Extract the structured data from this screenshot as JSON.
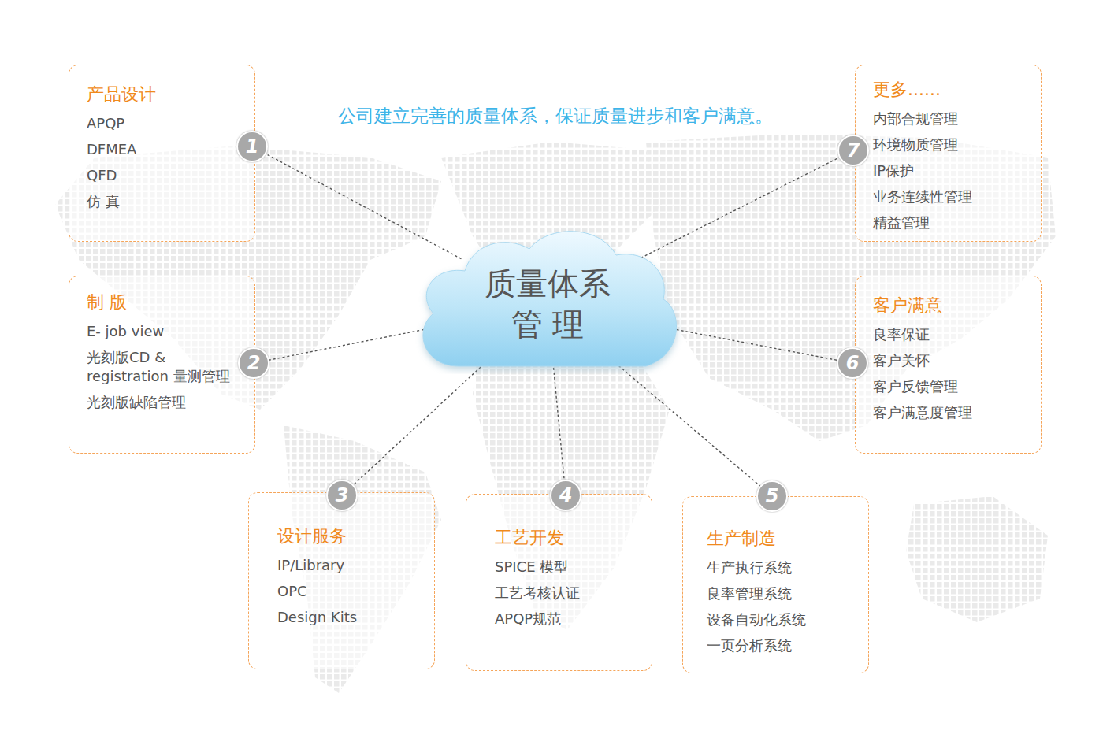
{
  "diagram": {
    "title": "公司建立完善的质量体系，保证质量进步和客户满意。",
    "nodes": [
      {
        "text": [
          "产品设计",
          "APQP",
          "DFMEA",
          "QFD",
          "仿 真"
        ]
      },
      {
        "text": [
          "更多......",
          "内部合规管理",
          "环境物质管理",
          "IP保护",
          "业务连续性管理",
          "精益管理"
        ]
      },
      {
        "text": [
          "质量体系 管 理"
        ]
      },
      {
        "text": [
          "制 版",
          "E- job view",
          "光刻版CD & registration 量测管理",
          "光刻版缺陷管理"
        ]
      },
      {
        "text": [
          "客户满意",
          "良率保证",
          "客户关怀",
          "客户反馈管理",
          "客户满意度管理"
        ]
      },
      {
        "text": [
          "设计服务",
          "IP/Library",
          "OPC",
          "Design Kits"
        ]
      },
      {
        "text": [
          "工艺开发",
          "SPICE 模型",
          "工艺考核认证",
          "APQP规范"
        ]
      },
      {
        "text": [
          "生产制造",
          "生产执行系统",
          "良率管理系统",
          "设备自动化系统",
          "一页分析系统"
        ]
      }
    ],
    "edges": [
      {
        "from": 2,
        "to": 0,
        "arrow": "none"
      },
      {
        "from": 2,
        "to": 3,
        "arrow": "none"
      },
      {
        "from": 2,
        "to": 5,
        "arrow": "none"
      },
      {
        "from": 2,
        "to": 6,
        "arrow": "none"
      },
      {
        "from": 2,
        "to": 7,
        "arrow": "none"
      },
      {
        "from": 2,
        "to": 4,
        "arrow": "none"
      },
      {
        "from": 2,
        "to": 1,
        "arrow": "none"
      }
    ],
    "labels": [
      "1",
      "2",
      "3",
      "4",
      "5",
      "6",
      "7"
    ]
  }
}
